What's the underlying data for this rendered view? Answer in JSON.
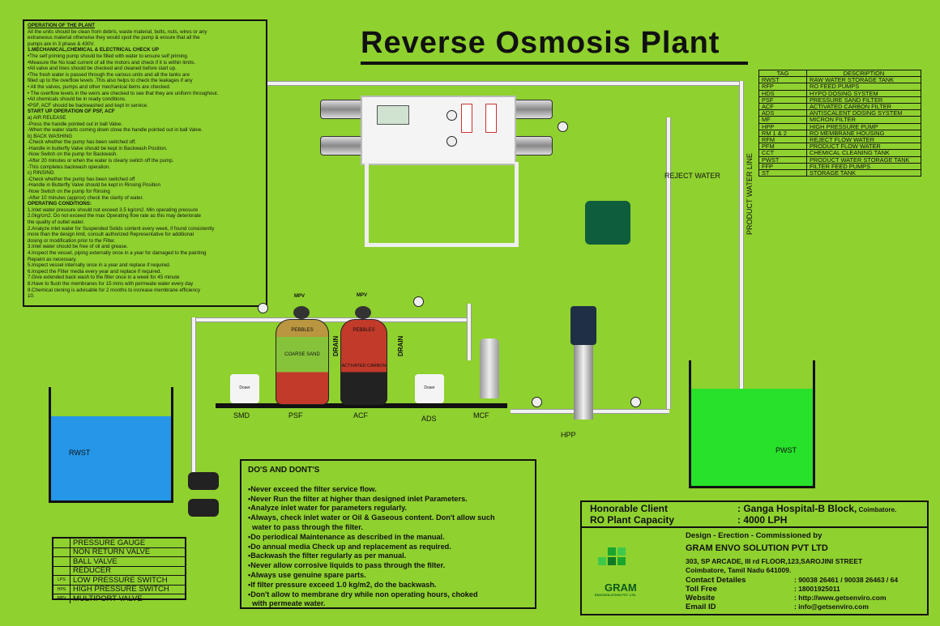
{
  "title": "Reverse Osmosis Plant",
  "operation": {
    "heading": "OPERATION OF THE PLANT",
    "lines": [
      "All the units should be clean from debris, waste material, bolts, nuts, wires or any",
      "extraneous material otherwise they would spoil the pump & ensure that all the",
      "pumps are in 3 phase & 430V.",
      "",
      "1.MECHANICAL,CHEMICAL & ELECTRICAL CHECK UP",
      "•The self priming pump should be filled with water to ensure self priming.",
      "•Measure the No load current of all the motors and check if it is within limits.",
      "•All valve and lines should be checked and cleaned before start up.",
      "•The fresh water is passed through the various units and all the tanks are",
      "  filled up to the overflow levels .This also helps to check the leakages if any",
      "• All the valves, pumps and other mechanical items are checked.",
      "• The overflow levels in the weirs are checked to see that they are uniform throughout.",
      "•All chemicals should be in ready conditions.",
      "•PSF, ACF should be backwashed and kept in service.",
      "       START UP OPERATION OF PSF, ACF",
      "a) AIR RELEASE",
      "-Press the handle pointed out in ball Valve.",
      "-When the water starts coming down close the handle pointed out in ball Valve.",
      "b) BACK WASHING",
      "-Check whether the pump has been switched off.",
      "-Handle in butterfly Valve should be kept in Backwash Position.",
      "-Now Switch on the pump for Backwash.",
      "-After 20 minutes or when the water is clearly switch off the pump.",
      "-This completes backwash operation.",
      "     c)  RINSING",
      "-Check whether the pump has been switched off",
      "-Handle in Butterfly Valve should be kept in Rinsing Position",
      "-Now Switch on the pump for Rinsing",
      "-After 10 minutes (approx) check the clarity of water.",
      "OPERATING CONDITIONS:",
      "1.Inlet water pressure should not exceed 3.5 kg/cm2. Min operating pressure",
      "  2.0kg/cm2. Do not exceed the max Operating flow rate as this may deteriorate",
      "  the quality of outlet water.",
      "2.Analyze inlet water for Suspended Solids content every week, if found consistently",
      "  more than the design limit, consult authorized Representative for additional",
      "  dosing or modification prior to the Filter.",
      "3.Inlet water should be free of oil and grease.",
      "4.Inspect the vessel, piping externally once in a year for damaged to the painting",
      "  Repaint as necessary.",
      "5.Inspect vessel internally once in a year and replace if required.",
      "6.Inspect the Filter media every year and replace if required.",
      "7.Give extended back wash to the filter once in a week for 45 minute",
      "8.Have to flush the membranes for 15 mins with permeate water every day",
      "9.Chemical clening is advisable for 2 months to increase membrane efficiency",
      "10."
    ]
  },
  "tag_table": {
    "headers": [
      "TAG",
      "DESCRIPTION"
    ],
    "rows": [
      [
        "RWST",
        "RAW WATER STORAGE TANK"
      ],
      [
        "RFP",
        "RO FEED PUMPS"
      ],
      [
        "HDS",
        "HYPO DOSING SYSTEM"
      ],
      [
        "PSF",
        "PRESSURE SAND FILTER"
      ],
      [
        "ACF",
        "ACTIVATED CARBON FILTER"
      ],
      [
        "ADS",
        "ANTISCALENT DOSING SYSTEM"
      ],
      [
        "MF",
        "MICRON FILTER"
      ],
      [
        "HPP",
        "HIGH PRESSURE PUMP"
      ],
      [
        "RM 1 & 2",
        "RO MEMBRANE HOUSING"
      ],
      [
        "RFM",
        "REJECT FLOW WATER"
      ],
      [
        "PFM",
        "PRODUCT FLOW WATER"
      ],
      [
        "CCT",
        "CHEMICAL CLEANING TANK"
      ],
      [
        "PWST",
        "PRODUCT WATER STORAGE TANK"
      ],
      [
        "FFP",
        "FILTER FEED PUMPS"
      ],
      [
        "ST",
        "STORAGE TANK"
      ]
    ]
  },
  "diagram": {
    "rwst": "RWST",
    "pwst": "PWST",
    "smd": "SMD",
    "psf": "PSF",
    "acf": "ACF",
    "ads": "ADS",
    "mcf": "MCF",
    "hpp": "HPP",
    "mpv1": "MPV",
    "mpv2": "MPV",
    "drain1": "DRAIN",
    "drain2": "DRAIN",
    "pebbles1": "PEBBLES",
    "coarse_sand": "COARSE SAND",
    "pebbles2": "PEBBLES",
    "activated_carbon": "ACTIVATED CARBON",
    "reject_water": "REJECT WATER",
    "product_water_line": "PRODUCT WATER LINE",
    "doser1": "Doser",
    "doser2": "Doser"
  },
  "dos": {
    "heading": "DO'S AND DONT'S",
    "items": [
      "•Never exceed the filter service flow.",
      "•Never Run the filter at higher than designed inlet Parameters.",
      "•Analyze inlet water for parameters regularly.",
      "•Always, check inlet water or Oil & Gaseous content. Don't allow such",
      "  water to pass through the filter.",
      "•Do periodical Maintenance as described in the manual.",
      "•Do annual media Check up and replacement as required.",
      "•Backwash the filter regularly as per manual.",
      "•Never allow corrosive liquids to pass through the filter.",
      "•Always use genuine spare parts.",
      "•If filter pressure exceed 1.0 kg/m2, do the backwash.",
      "•Don't allow to membrane dry while non operating hours, choked",
      "  with permeate water."
    ]
  },
  "legend": [
    {
      "sym": "",
      "label": "PRESSURE GAUGE"
    },
    {
      "sym": "",
      "label": "NON RETURN VALVE"
    },
    {
      "sym": "",
      "label": "BALL VALVE"
    },
    {
      "sym": "",
      "label": "REDUCER"
    },
    {
      "sym": "LPS",
      "label": "LOW PRESSURE SWITCH"
    },
    {
      "sym": "HPS",
      "label": "HIGH PRESSURE SWITCH"
    },
    {
      "sym": "MPV",
      "label": "MULTIPORT VALVE"
    }
  ],
  "client": {
    "label1": "Honorable Client",
    "value1": ": Ganga Hospital-B Block,",
    "value1_small": " Coimbatore.",
    "label2": "RO Plant Capacity",
    "value2": ": 4000 LPH"
  },
  "company": {
    "tagline": "Design - Erection - Commissioned by",
    "name": "GRAM ENVO SOLUTION PVT LTD",
    "address1": "303, SP ARCADE, III rd FLOOR,123,SAROJINI STREET",
    "address2": "Coimbatore, Tamil Nadu 641009.",
    "logo_text": "GRAM",
    "logo_sub": "ENVOSOLUTION PVT. LTD.",
    "contacts": [
      {
        "label": "Contact Detailes",
        "value": ": 90038 26461 / 90038 26463 / 64"
      },
      {
        "label": "Toll Free",
        "value": ": 18001925011"
      },
      {
        "label": "Website",
        "value": ": http://www.getsenviro.com"
      },
      {
        "label": "Email ID",
        "value": ": info@getsenviro.com"
      }
    ]
  }
}
